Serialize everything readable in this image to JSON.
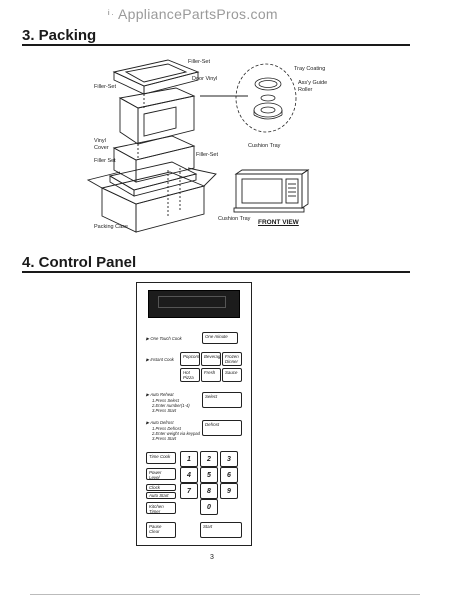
{
  "watermark": "AppliancePartsPros.com",
  "header_mark": "i .",
  "section3": {
    "title": "3. Packing",
    "labels": {
      "filler_set_top": "Filler-Set",
      "door_vinyl": "Door Vinyl",
      "filler_set_left": "Filler-Set",
      "vinyl_cover": "Vinyl Cover",
      "filler_set_mid": "Filler-Set",
      "filler_set_bottom": "Filler Set",
      "packing_case": "Packing Case",
      "tray_coating": "Tray Coating",
      "assy_guide_roller": "Ass'y Guide Roller",
      "cushion_tray_right": "Cushion Tray",
      "cushion_tray_bottom": "Cushion Tray",
      "front_view": "FRONT VIEW"
    }
  },
  "section4": {
    "title": "4. Control Panel",
    "panel": {
      "one_touch_cook": "One Touch Cook",
      "one_minute": "One minute",
      "instant_cook": "Instant Cook",
      "popcorn": "Popcorn",
      "beverage": "Beverage",
      "frozen_dinner": "Frozen Dinner",
      "hot_pizza": "Hot Pizza",
      "fresh": "Fresh",
      "sauce": "Sauce",
      "auto_reheat": "Auto Reheat",
      "auto_reheat_steps": [
        "1.Press Select",
        "2.Enter number(1-4)",
        "3.Press Start"
      ],
      "select": "Select",
      "auto_defrost": "Auto Defrost",
      "auto_defrost_steps": [
        "1.Press Defrost",
        "2.Enter weight via keypad",
        "3.Press Start"
      ],
      "defrost": "Defrost",
      "time_cook": "Time Cook",
      "power_level": "Power Level",
      "clock": "Clock",
      "auto_start": "Auto Start",
      "kitchen_timer": "Kitchen Timer",
      "pause_clear": "Pause Clear",
      "start": "Start",
      "digits": [
        "1",
        "2",
        "3",
        "4",
        "5",
        "6",
        "7",
        "8",
        "9",
        "0"
      ]
    }
  },
  "page_number": "3"
}
